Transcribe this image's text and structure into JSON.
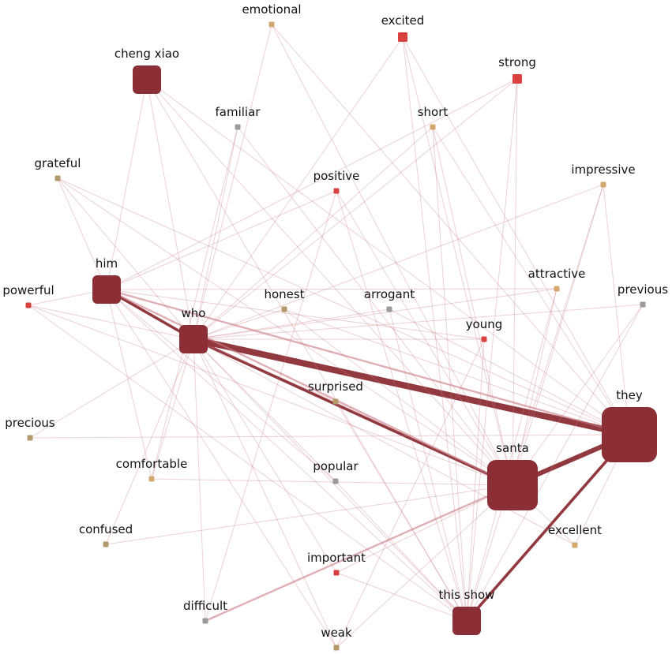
{
  "colors": {
    "dark": "#8b2e35",
    "red": "#d9403e",
    "tan": "#d2a86e",
    "khaki": "#b39a6a",
    "gray": "#9a9a9a",
    "edge": "#c97a84"
  },
  "nodes": [
    {
      "id": "they",
      "label": "they",
      "kind": "dark",
      "weight": 10
    },
    {
      "id": "santa",
      "label": "santa",
      "kind": "dark",
      "weight": 9
    },
    {
      "id": "this_show",
      "label": "this show",
      "kind": "dark",
      "weight": 6
    },
    {
      "id": "who",
      "label": "who",
      "kind": "dark",
      "weight": 5
    },
    {
      "id": "him",
      "label": "him",
      "kind": "dark",
      "weight": 5
    },
    {
      "id": "cheng_xiao",
      "label": "cheng xiao",
      "kind": "dark",
      "weight": 5
    },
    {
      "id": "emotional",
      "label": "emotional",
      "kind": "tan",
      "weight": 1
    },
    {
      "id": "excited",
      "label": "excited",
      "kind": "red",
      "weight": 2
    },
    {
      "id": "strong",
      "label": "strong",
      "kind": "red",
      "weight": 2
    },
    {
      "id": "familiar",
      "label": "familiar",
      "kind": "gray",
      "weight": 1
    },
    {
      "id": "short",
      "label": "short",
      "kind": "tan",
      "weight": 1
    },
    {
      "id": "grateful",
      "label": "grateful",
      "kind": "khaki",
      "weight": 1
    },
    {
      "id": "positive",
      "label": "positive",
      "kind": "red",
      "weight": 1
    },
    {
      "id": "impressive",
      "label": "impressive",
      "kind": "tan",
      "weight": 1
    },
    {
      "id": "powerful",
      "label": "powerful",
      "kind": "red",
      "weight": 1
    },
    {
      "id": "honest",
      "label": "honest",
      "kind": "khaki",
      "weight": 1
    },
    {
      "id": "arrogant",
      "label": "arrogant",
      "kind": "gray",
      "weight": 1
    },
    {
      "id": "attractive",
      "label": "attractive",
      "kind": "tan",
      "weight": 1
    },
    {
      "id": "previous",
      "label": "previous",
      "kind": "gray",
      "weight": 1
    },
    {
      "id": "young",
      "label": "young",
      "kind": "red",
      "weight": 1
    },
    {
      "id": "surprised",
      "label": "surprised",
      "kind": "khaki",
      "weight": 1
    },
    {
      "id": "precious",
      "label": "precious",
      "kind": "khaki",
      "weight": 1
    },
    {
      "id": "comfortable",
      "label": "comfortable",
      "kind": "tan",
      "weight": 1
    },
    {
      "id": "popular",
      "label": "popular",
      "kind": "gray",
      "weight": 1
    },
    {
      "id": "confused",
      "label": "confused",
      "kind": "khaki",
      "weight": 1
    },
    {
      "id": "excellent",
      "label": "excellent",
      "kind": "tan",
      "weight": 1
    },
    {
      "id": "important",
      "label": "important",
      "kind": "red",
      "weight": 1
    },
    {
      "id": "difficult",
      "label": "difficult",
      "kind": "gray",
      "weight": 1
    },
    {
      "id": "weak",
      "label": "weak",
      "kind": "khaki",
      "weight": 1
    }
  ],
  "edges": [
    {
      "source": "who",
      "target": "they",
      "weight": 8
    },
    {
      "source": "santa",
      "target": "they",
      "weight": 6
    },
    {
      "source": "this_show",
      "target": "they",
      "weight": 3
    },
    {
      "source": "him",
      "target": "who",
      "weight": 3
    },
    {
      "source": "who",
      "target": "santa",
      "weight": 3
    },
    {
      "source": "him",
      "target": "they",
      "weight": 2
    },
    {
      "source": "him",
      "target": "santa",
      "weight": 2
    },
    {
      "source": "difficult",
      "target": "santa",
      "weight": 2
    },
    {
      "source": "who",
      "target": "this_show",
      "weight": 1.5
    },
    {
      "source": "cheng_xiao",
      "target": "they",
      "weight": 1.5
    },
    {
      "source": "important",
      "target": "santa",
      "weight": 1.5
    },
    {
      "source": "surprised",
      "target": "santa",
      "weight": 1
    },
    {
      "source": "cheng_xiao",
      "target": "him",
      "weight": 1
    },
    {
      "source": "cheng_xiao",
      "target": "who",
      "weight": 1
    },
    {
      "source": "cheng_xiao",
      "target": "santa",
      "weight": 1
    },
    {
      "source": "cheng_xiao",
      "target": "this_show",
      "weight": 1
    },
    {
      "source": "emotional",
      "target": "they",
      "weight": 1
    },
    {
      "source": "emotional",
      "target": "santa",
      "weight": 1
    },
    {
      "source": "emotional",
      "target": "who",
      "weight": 1
    },
    {
      "source": "excited",
      "target": "this_show",
      "weight": 1
    },
    {
      "source": "excited",
      "target": "santa",
      "weight": 1
    },
    {
      "source": "excited",
      "target": "who",
      "weight": 1
    },
    {
      "source": "excited",
      "target": "they",
      "weight": 1
    },
    {
      "source": "strong",
      "target": "this_show",
      "weight": 1
    },
    {
      "source": "strong",
      "target": "him",
      "weight": 1
    },
    {
      "source": "strong",
      "target": "who",
      "weight": 1
    },
    {
      "source": "strong",
      "target": "santa",
      "weight": 1
    },
    {
      "source": "familiar",
      "target": "who",
      "weight": 1
    },
    {
      "source": "familiar",
      "target": "santa",
      "weight": 1
    },
    {
      "source": "familiar",
      "target": "comfortable",
      "weight": 1
    },
    {
      "source": "short",
      "target": "this_show",
      "weight": 1
    },
    {
      "source": "short",
      "target": "santa",
      "weight": 1
    },
    {
      "source": "short",
      "target": "who",
      "weight": 1
    },
    {
      "source": "short",
      "target": "they",
      "weight": 1
    },
    {
      "source": "grateful",
      "target": "who",
      "weight": 1
    },
    {
      "source": "grateful",
      "target": "santa",
      "weight": 1
    },
    {
      "source": "grateful",
      "target": "they",
      "weight": 1
    },
    {
      "source": "grateful",
      "target": "him",
      "weight": 1
    },
    {
      "source": "positive",
      "target": "this_show",
      "weight": 1
    },
    {
      "source": "positive",
      "target": "him",
      "weight": 1
    },
    {
      "source": "positive",
      "target": "santa",
      "weight": 1
    },
    {
      "source": "positive",
      "target": "difficult",
      "weight": 1
    },
    {
      "source": "impressive",
      "target": "who",
      "weight": 1
    },
    {
      "source": "impressive",
      "target": "this_show",
      "weight": 1
    },
    {
      "source": "impressive",
      "target": "they",
      "weight": 1
    },
    {
      "source": "impressive",
      "target": "santa",
      "weight": 1
    },
    {
      "source": "powerful",
      "target": "him",
      "weight": 1
    },
    {
      "source": "powerful",
      "target": "santa",
      "weight": 1
    },
    {
      "source": "powerful",
      "target": "who",
      "weight": 1
    },
    {
      "source": "powerful",
      "target": "this_show",
      "weight": 1
    },
    {
      "source": "honest",
      "target": "who",
      "weight": 1
    },
    {
      "source": "honest",
      "target": "santa",
      "weight": 1
    },
    {
      "source": "honest",
      "target": "they",
      "weight": 1
    },
    {
      "source": "arrogant",
      "target": "who",
      "weight": 1
    },
    {
      "source": "arrogant",
      "target": "this_show",
      "weight": 1
    },
    {
      "source": "arrogant",
      "target": "they",
      "weight": 1
    },
    {
      "source": "attractive",
      "target": "who",
      "weight": 1
    },
    {
      "source": "attractive",
      "target": "santa",
      "weight": 1
    },
    {
      "source": "attractive",
      "target": "this_show",
      "weight": 1
    },
    {
      "source": "attractive",
      "target": "him",
      "weight": 1
    },
    {
      "source": "previous",
      "target": "who",
      "weight": 1
    },
    {
      "source": "previous",
      "target": "santa",
      "weight": 1
    },
    {
      "source": "previous",
      "target": "this_show",
      "weight": 1
    },
    {
      "source": "young",
      "target": "who",
      "weight": 1
    },
    {
      "source": "young",
      "target": "this_show",
      "weight": 1
    },
    {
      "source": "young",
      "target": "him",
      "weight": 1
    },
    {
      "source": "young",
      "target": "weak",
      "weight": 1
    },
    {
      "source": "surprised",
      "target": "who",
      "weight": 1
    },
    {
      "source": "surprised",
      "target": "this_show",
      "weight": 1
    },
    {
      "source": "precious",
      "target": "who",
      "weight": 1
    },
    {
      "source": "precious",
      "target": "they",
      "weight": 1
    },
    {
      "source": "comfortable",
      "target": "who",
      "weight": 1
    },
    {
      "source": "comfortable",
      "target": "santa",
      "weight": 1
    },
    {
      "source": "comfortable",
      "target": "him",
      "weight": 1
    },
    {
      "source": "popular",
      "target": "who",
      "weight": 1
    },
    {
      "source": "popular",
      "target": "this_show",
      "weight": 1
    },
    {
      "source": "popular",
      "target": "him",
      "weight": 1
    },
    {
      "source": "confused",
      "target": "who",
      "weight": 1
    },
    {
      "source": "confused",
      "target": "santa",
      "weight": 1
    },
    {
      "source": "excellent",
      "target": "santa",
      "weight": 1
    },
    {
      "source": "excellent",
      "target": "who",
      "weight": 1
    },
    {
      "source": "excellent",
      "target": "they",
      "weight": 1
    },
    {
      "source": "important",
      "target": "who",
      "weight": 1
    },
    {
      "source": "important",
      "target": "this_show",
      "weight": 1
    },
    {
      "source": "difficult",
      "target": "who",
      "weight": 1
    },
    {
      "source": "weak",
      "target": "him",
      "weight": 1
    },
    {
      "source": "weak",
      "target": "santa",
      "weight": 1
    },
    {
      "source": "weak",
      "target": "who",
      "weight": 1
    },
    {
      "source": "him",
      "target": "this_show",
      "weight": 1
    }
  ]
}
